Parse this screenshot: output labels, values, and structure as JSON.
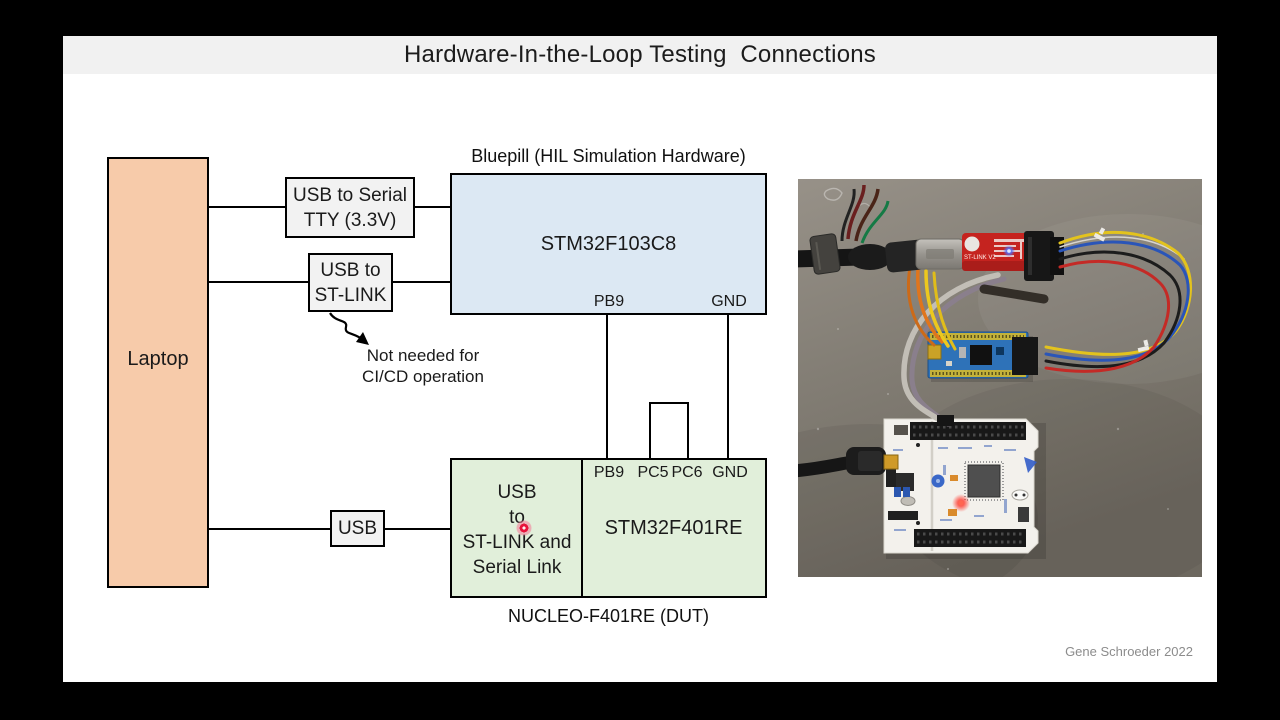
{
  "slide": {
    "title": "Hardware-In-the-Loop Testing  Connections",
    "attribution": "Gene Schroeder 2022"
  },
  "diagram": {
    "laptop": {
      "label": "Laptop"
    },
    "adapters": {
      "usb_serial": {
        "line1": "USB to Serial",
        "line2": "TTY (3.3V)"
      },
      "usb_stlink": {
        "line1": "USB to",
        "line2": "ST-LINK"
      },
      "usb": {
        "label": "USB"
      }
    },
    "note": {
      "line1": "Not needed for",
      "line2": "CI/CD operation"
    },
    "bluepill": {
      "caption": "Bluepill (HIL Simulation Hardware)",
      "chip": "STM32F103C8",
      "pins": [
        "PB9",
        "GND"
      ]
    },
    "nucleo": {
      "caption": "NUCLEO-F401RE (DUT)",
      "left_lines": [
        "USB",
        "to",
        "ST-LINK and",
        "Serial Link"
      ],
      "chip": "STM32F401RE",
      "pins": [
        "PB9",
        "PC5",
        "PC6",
        "GND"
      ]
    }
  },
  "photo": {
    "stlink_label": "ST-LINK V2"
  },
  "colors": {
    "laptop_fill": "#f7cbaa",
    "bluepill_fill": "#dce8f3",
    "nucleo_fill": "#e1efda",
    "title_band": "#f1f1f1",
    "adapter_fill": "#f2f2f2",
    "laser_dot": "#e8143c"
  }
}
